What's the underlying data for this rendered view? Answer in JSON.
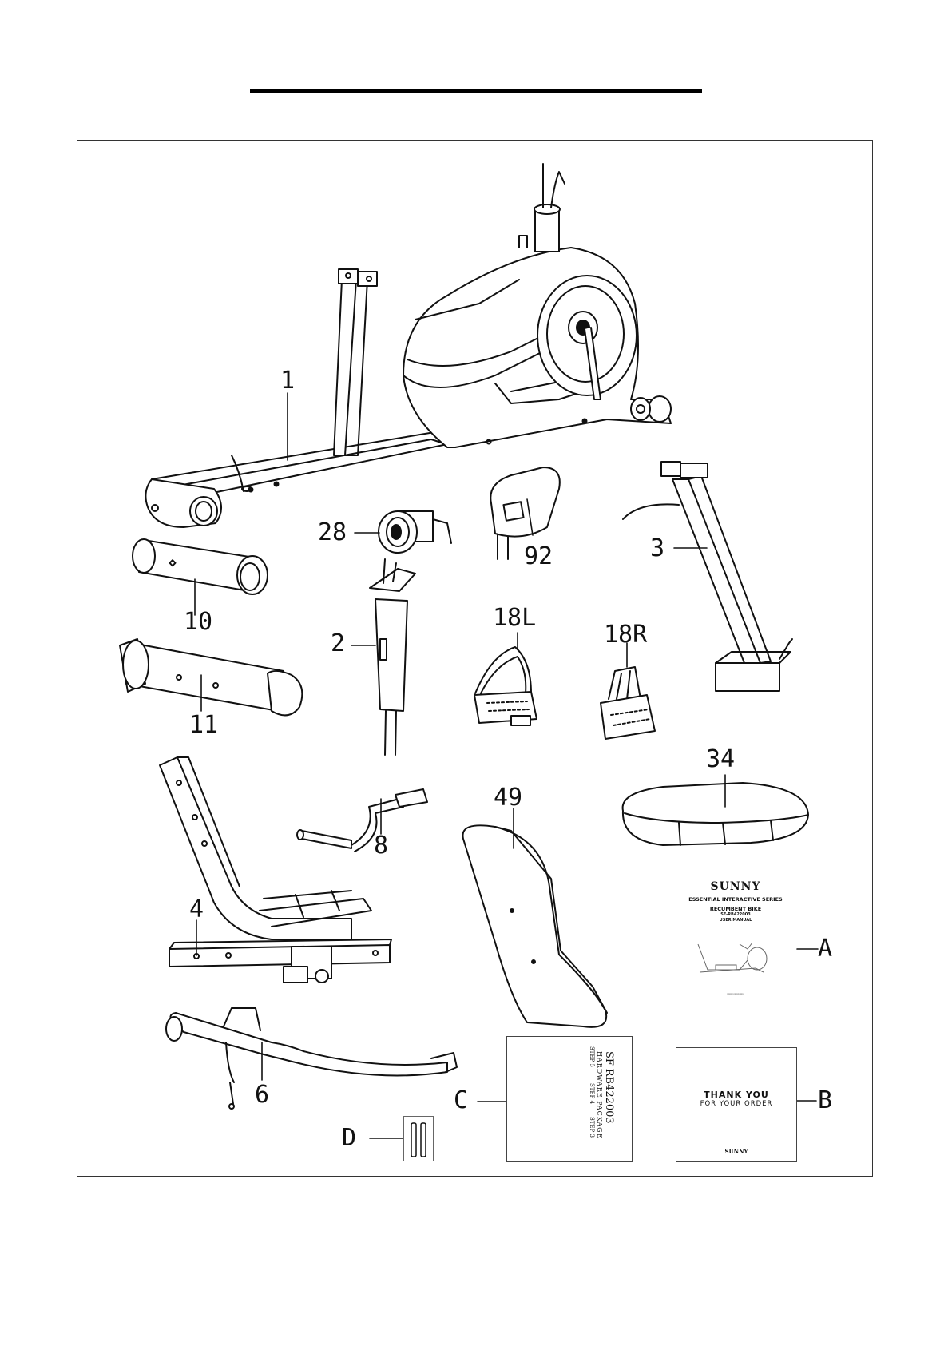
{
  "part_labels": {
    "p1": "1",
    "p28": "28",
    "p92": "92",
    "p3": "3",
    "p10": "10",
    "p2": "2",
    "p18L": "18L",
    "p18R": "18R",
    "p11": "11",
    "p34": "34",
    "p49": "49",
    "p8": "8",
    "p4": "4",
    "pA": "A",
    "p6": "6",
    "pC": "C",
    "pB": "B",
    "pD": "D"
  },
  "manual": {
    "brand": "SUNNY",
    "line1": "ESSENTIAL INTERACTIVE SERIES",
    "line2": "RECUMBENT BIKE",
    "model": "SF-RB422003",
    "subtitle": "USER MANUAL"
  },
  "thank_you": {
    "line1": "THANK YOU",
    "line2": "FOR YOUR ORDER",
    "brand": "SUNNY"
  },
  "hardware": {
    "model": "SF-RB422003",
    "package": "HARDWARE PACKAGE",
    "step5": "STEP 5",
    "step4": "STEP 4",
    "step3": "STEP 3"
  }
}
